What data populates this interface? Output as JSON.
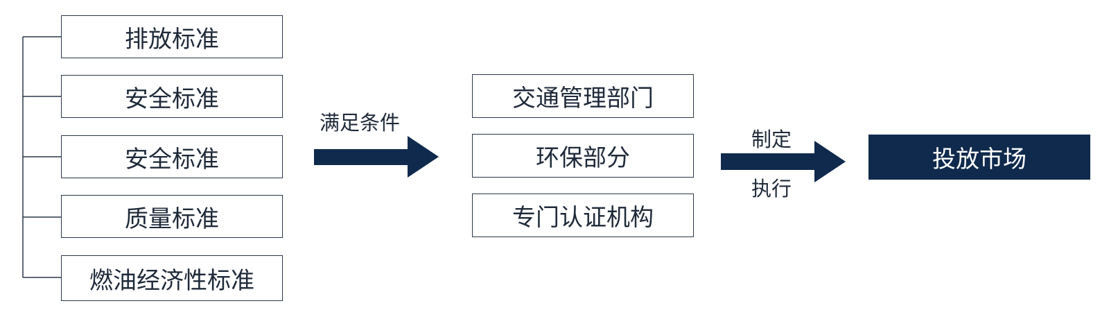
{
  "standards": [
    "排放标准",
    "安全标准",
    "安全标准",
    "质量标准",
    "燃油经济性标准"
  ],
  "arrow1_label": "满足条件",
  "departments": [
    "交通管理部门",
    "环保部分",
    "专门认证机构"
  ],
  "arrow2_label_top": "制定",
  "arrow2_label_bottom": "执行",
  "result": "投放市场",
  "colors": {
    "dark_navy": "#0f2a4d",
    "border": "#2a3648"
  }
}
